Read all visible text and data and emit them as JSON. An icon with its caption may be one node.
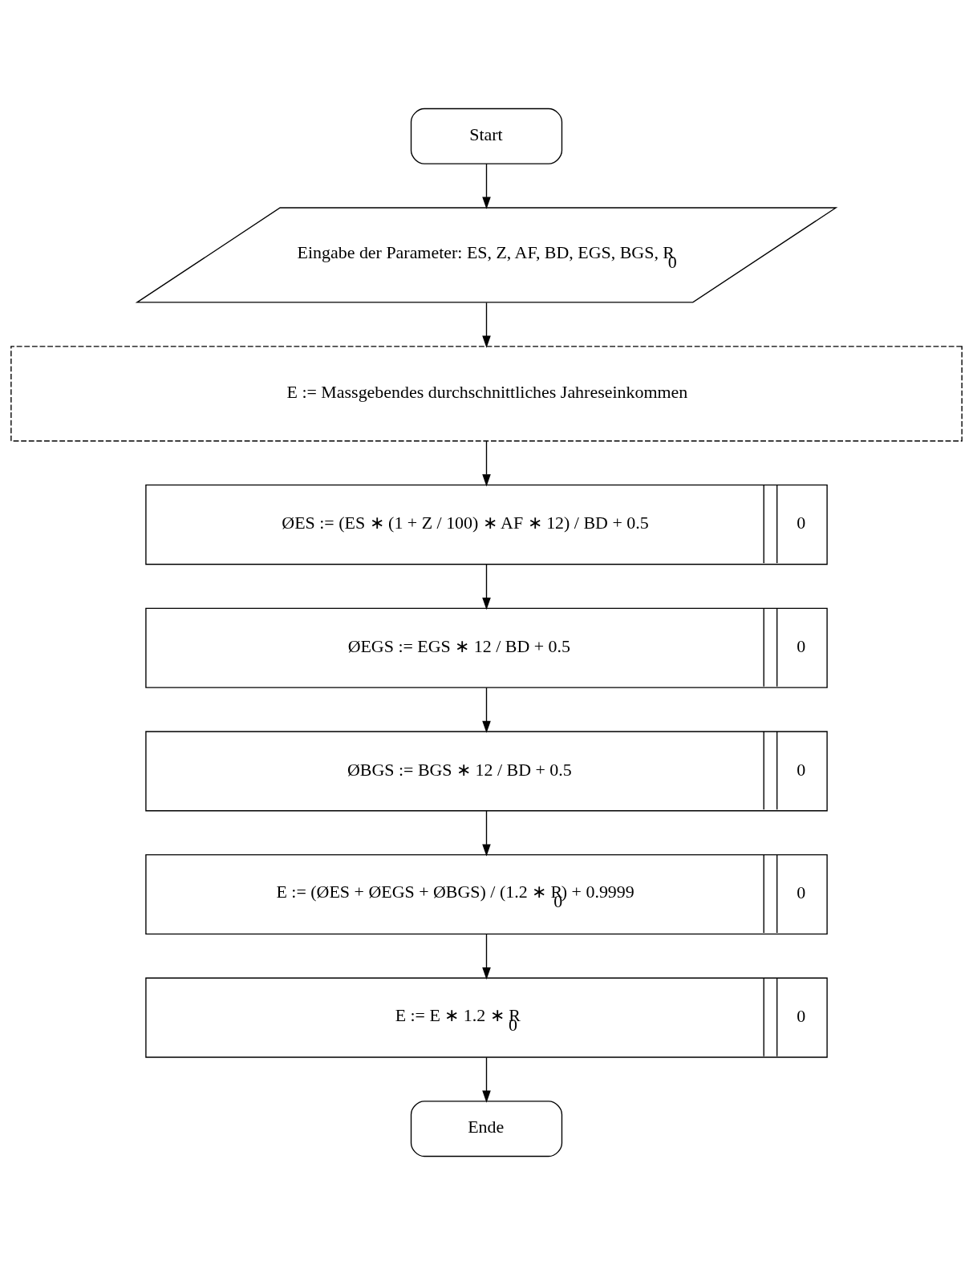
{
  "diagram": {
    "nodes": [
      {
        "text": [
          "Start"
        ]
      },
      {
        "text": [
          "Eingabe der Parameter: ES, Z, AF, BD, EGS, BGS, R$_{0}$"
        ]
      },
      {
        "text": [
          "E := Massgebendes durchschnittliches Jahreseinkommen"
        ]
      },
      {
        "text": [
          "ØES := (ES ∗ (1 + Z / 100) ∗ AF ∗ 12) / BD + 0.5",
          "0"
        ]
      },
      {
        "text": [
          "ØEGS := EGS ∗ 12 / BD + 0.5",
          "0"
        ]
      },
      {
        "text": [
          "ØBGS := BGS ∗ 12 / BD + 0.5",
          "0"
        ]
      },
      {
        "text": [
          "E := (ØES + ØEGS + ØBGS) / (1.2 ∗ R$_{0}$) + 0.9999",
          "0"
        ]
      },
      {
        "text": [
          "E := E ∗ 1.2 ∗ R$_{0}$",
          "0"
        ]
      },
      {
        "text": [
          "Ende"
        ]
      }
    ],
    "edges": [
      {
        "from": 0,
        "to": 1,
        "arrow": "to"
      },
      {
        "from": 1,
        "to": 2,
        "arrow": "to"
      },
      {
        "from": 2,
        "to": 3,
        "arrow": "to"
      },
      {
        "from": 3,
        "to": 4,
        "arrow": "to"
      },
      {
        "from": 4,
        "to": 5,
        "arrow": "to"
      },
      {
        "from": 5,
        "to": 6,
        "arrow": "to"
      },
      {
        "from": 6,
        "to": 7,
        "arrow": "to"
      },
      {
        "from": 7,
        "to": 8,
        "arrow": "to"
      }
    ]
  }
}
